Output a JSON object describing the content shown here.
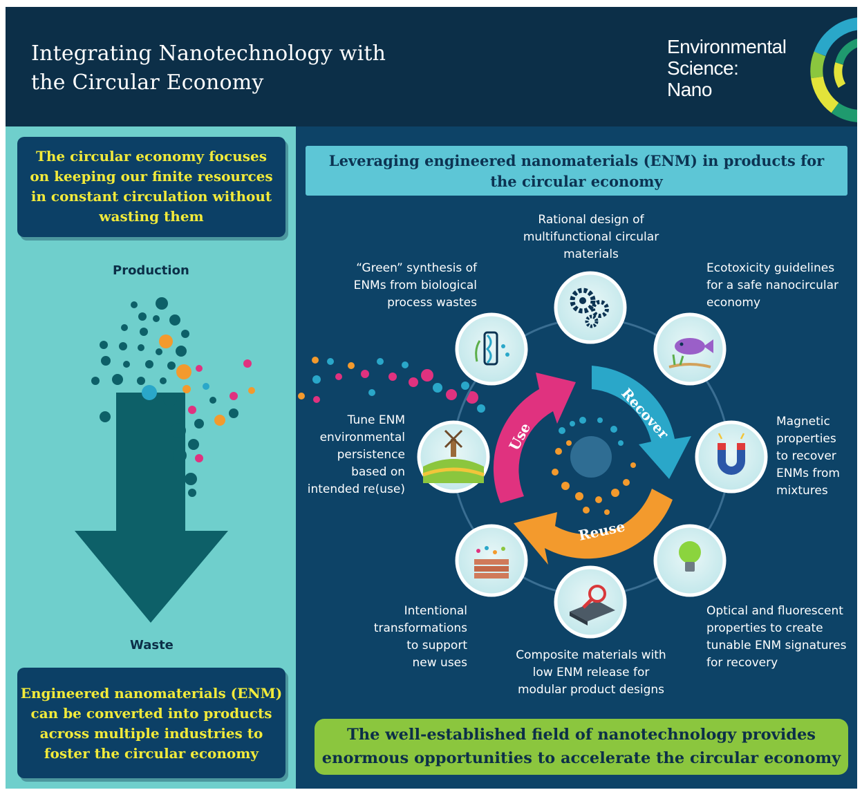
{
  "header": {
    "title_lines": [
      "Integrating Nanotechnology with",
      "the Circular Economy"
    ],
    "journal_lines": [
      "Environmental",
      "Science:",
      "Nano"
    ]
  },
  "left": {
    "top_box_lines": [
      "The circular economy focuses",
      "on keeping our finite resources",
      "in constant circulation without",
      "wasting them"
    ],
    "arrow_top_label": "Production",
    "arrow_bottom_label": "Waste",
    "bottom_box_lines": [
      "Engineered nanomaterials (ENM)",
      "can be converted into products",
      "across multiple industries to",
      "foster the circular economy"
    ]
  },
  "right": {
    "heading_lines": [
      "Leveraging engineered nanomaterials (ENM) in products for",
      "the circular economy"
    ],
    "cycle": {
      "use": "Use",
      "recover": "Recover",
      "reuse": "Reuse"
    },
    "items": {
      "rational_design": [
        "Rational design of",
        "multifunctional circular",
        "materials"
      ],
      "ecotoxicity": [
        "Ecotoxicity guidelines",
        "for a safe nanocircular",
        "economy"
      ],
      "magnetic": [
        "Magnetic",
        "properties",
        "to recover",
        "ENMs from",
        "mixtures"
      ],
      "optical": [
        "Optical and fluorescent",
        "properties to create",
        "tunable ENM signatures",
        "for recovery"
      ],
      "composite": [
        "Composite materials with",
        "low ENM release for",
        "modular product designs"
      ],
      "transformations": [
        "Intentional",
        "transformations",
        "to support",
        "new uses"
      ],
      "persistence": [
        "Tune ENM",
        "environmental",
        "persistence",
        "based on",
        "intended re(use)"
      ],
      "green_synthesis": [
        "“Green” synthesis of",
        "ENMs from biological",
        "process wastes"
      ]
    },
    "banner_lines": [
      "The well-established field of nanotechnology provides",
      "enormous opportunities to accelerate the circular economy"
    ]
  },
  "icons": [
    "gears-icon",
    "fish-tank-icon",
    "magnet-icon",
    "light-bulb-icon",
    "magnifier-surface-icon",
    "layered-particles-icon",
    "windmill-landscape-icon",
    "dna-plant-icon"
  ],
  "colors": {
    "header_bg": "#0c2f48",
    "left_bg": "#6fcfcc",
    "right_bg": "#0d4367",
    "box_text": "#f2ea3a",
    "use_arrow": "#e0327f",
    "recover_arrow": "#2aa7c9",
    "reuse_arrow": "#f39a2d",
    "banner": "#8bc63e"
  }
}
